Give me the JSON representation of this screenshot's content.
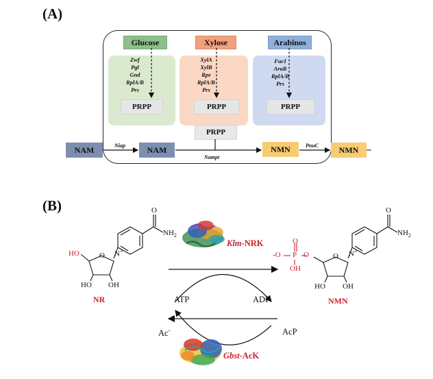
{
  "panel_a": {
    "label": "(A)",
    "sugars": [
      {
        "name": "Glucose",
        "genes": [
          "Zwf",
          "Pgl",
          "Gnd",
          "RplA/B",
          "Prs"
        ],
        "product": "PRPP",
        "color": "#8cbf8a",
        "bg": "#dbeacf"
      },
      {
        "name": "Xylose",
        "genes": [
          "XylA",
          "XylB",
          "Rpe",
          "RplA/B",
          "Prs"
        ],
        "product": "PRPP",
        "color": "#f3a07c",
        "bg": "#fbd8c4"
      },
      {
        "name": "Arabinos",
        "genes": [
          "FucI",
          "AraB",
          "RplA/B",
          "Prs"
        ],
        "product": "PRPP",
        "color": "#8fb0da",
        "bg": "#cfdaf1"
      }
    ],
    "central_prpp": "PRPP",
    "nam_outside": "NAM",
    "nam_inside": "NAM",
    "nmn_inside": "NMN",
    "nmn_outside": "NMN",
    "niap": "Niap",
    "nampt": "Nampt",
    "pnuc": "PnuC",
    "nam_color": "#7d8fb0",
    "nmn_color": "#f9cb73"
  },
  "panel_b": {
    "label": "(B)",
    "nr_name": "NR",
    "nmn_name": "NMN",
    "atp": "ATP",
    "adp": "ADP",
    "acp": "AcP",
    "ac": "Ac",
    "ac_sup": "-",
    "enzyme1_italic": "Klm",
    "enzyme1_rest": "-NRK",
    "enzyme2_italic": "Gbst",
    "enzyme2_rest": "-AcK",
    "nr_labels": {
      "nh2": "NH",
      "nh2_sub": "2",
      "o": "O",
      "nplus": "N",
      "plus": "+",
      "ho": "HO",
      "ho1": "HO",
      "oh": "OH"
    },
    "nmn_labels": {
      "nh2": "NH",
      "nh2_sub": "2",
      "o": "O",
      "nplus": "N",
      "plus": "+",
      "po_minus": "-O",
      "p": "P",
      "po_o": "O",
      "o_link": "O",
      "oh_p": "OH",
      "ho": "HO",
      "oh": "OH",
      "o_top": "O"
    }
  }
}
